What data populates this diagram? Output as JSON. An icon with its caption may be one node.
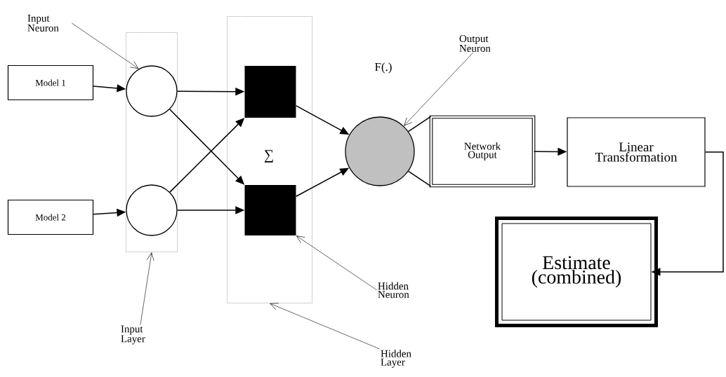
{
  "diagram": {
    "nodes": [
      {
        "text": [
          "Input Neuron"
        ]
      },
      {
        "text": [
          "Model 1"
        ]
      },
      {
        "text": [
          "Model 2"
        ]
      },
      {
        "text": [],
        "shape": "box"
      },
      {
        "text": [],
        "shape": "circle",
        "in": 3
      },
      {
        "text": [],
        "shape": "circle",
        "in": 3
      },
      {
        "text": [],
        "shape": "box"
      },
      {
        "text": [],
        "shape": "box",
        "in": 6
      },
      {
        "text": [],
        "shape": "box",
        "in": 6
      },
      {
        "text": [
          "Output Neuron"
        ]
      },
      {
        "text": [],
        "shape": "circle"
      },
      {
        "text": [
          "Network Output"
        ]
      },
      {
        "text": [
          "Linear Transformation"
        ]
      },
      {
        "text": [
          "Estimate (combined)"
        ]
      },
      {
        "text": [
          "Hidden Neuron"
        ]
      },
      {
        "text": [
          "Input Layer"
        ]
      },
      {
        "text": [
          "Hidden Layer"
        ]
      }
    ],
    "edges": [
      {
        "from": 0,
        "to": 4,
        "arrow": "to"
      },
      {
        "from": 1,
        "to": 4,
        "arrow": "to"
      },
      {
        "from": 2,
        "to": 5,
        "arrow": "to"
      },
      {
        "from": 4,
        "to": 7,
        "arrow": "to"
      },
      {
        "from": 4,
        "to": 8,
        "arrow": "to"
      },
      {
        "from": 5,
        "to": 7,
        "arrow": "to"
      },
      {
        "from": 5,
        "to": 8,
        "arrow": "to"
      },
      {
        "from": 7,
        "to": 10,
        "arrow": "to"
      },
      {
        "from": 8,
        "to": 10,
        "arrow": "to"
      },
      {
        "from": 9,
        "to": 10,
        "arrow": "to"
      },
      {
        "from": 10,
        "to": 11,
        "arrow": "none"
      },
      {
        "from": 10,
        "to": 11,
        "arrow": "none"
      },
      {
        "from": 11,
        "to": 12,
        "arrow": "to"
      },
      {
        "from": 12,
        "to": 13,
        "arrow": "to"
      },
      {
        "from": 14,
        "to": 8,
        "arrow": "to"
      },
      {
        "from": 15,
        "to": 3,
        "arrow": "to"
      },
      {
        "from": 16,
        "to": 6,
        "arrow": "to"
      }
    ],
    "labels": [
      "F(.)",
      "∑"
    ]
  }
}
